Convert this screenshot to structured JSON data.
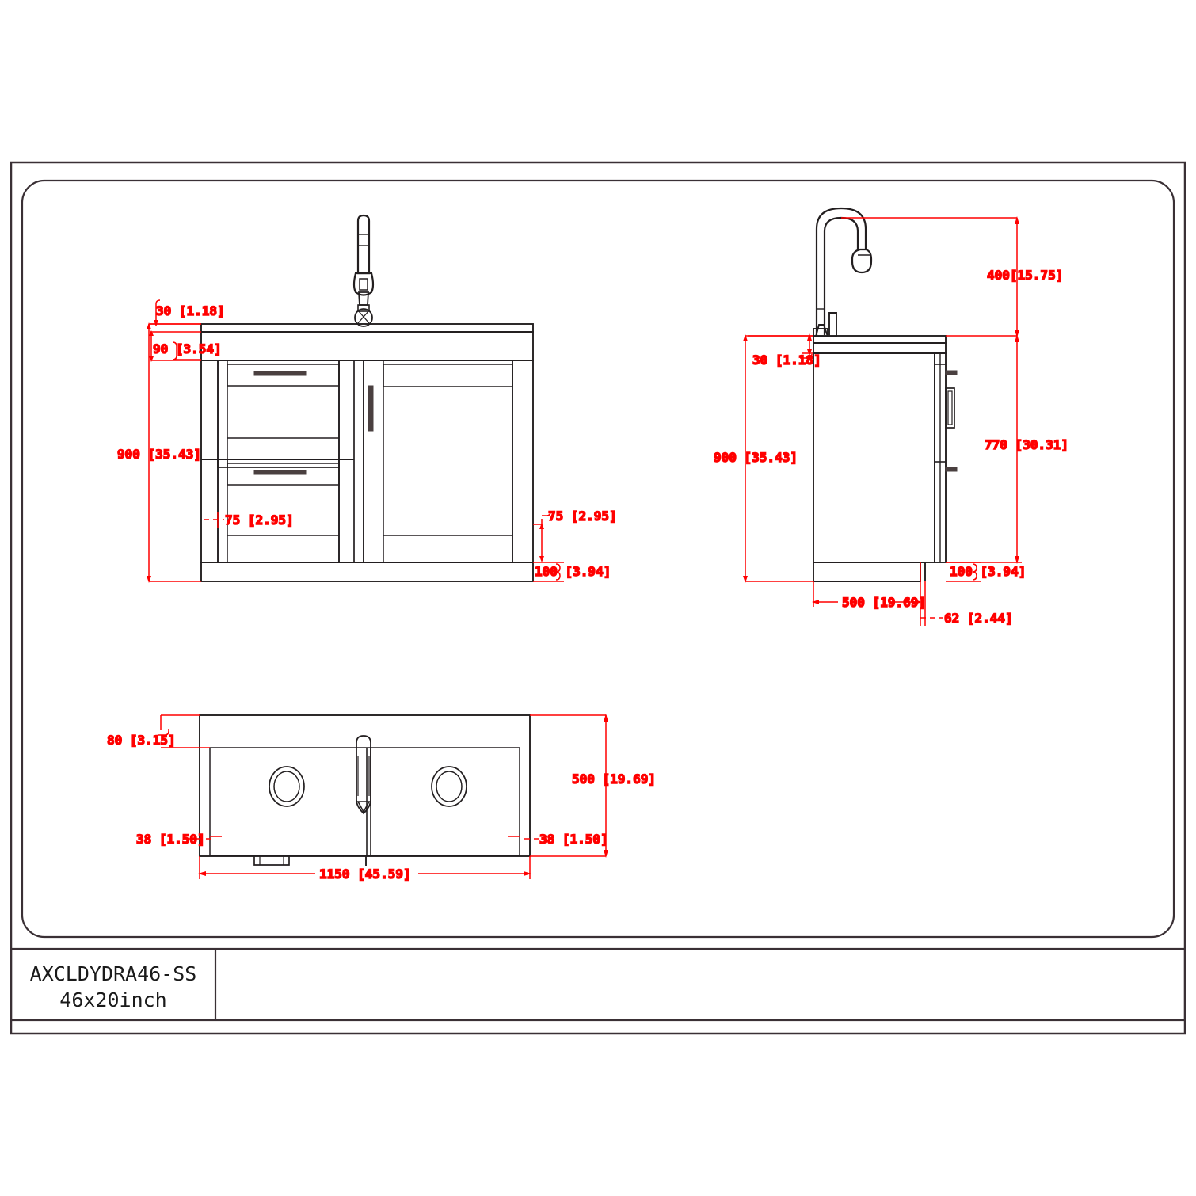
{
  "sheet": {
    "background": "#ffffff",
    "outer_border_color": "#3a3035",
    "inner_frame_color": "#3a3035",
    "line_color": "#231f20",
    "dimension_color": "#ff0000"
  },
  "title_block": {
    "model_code": "AXCLDYDRA46-SS",
    "size_label": "46x20inch"
  },
  "views": {
    "front_elevation": {
      "name": "front-elevation-view",
      "label": "Front elevation of sink cabinet with faucet",
      "components": [
        "countertop",
        "pull-down-faucet",
        "upper-drawer",
        "lower-drawer",
        "right-door",
        "toe-kick-base"
      ]
    },
    "side_elevation": {
      "name": "side-elevation-view",
      "label": "Side elevation of sink cabinet with gooseneck faucet",
      "components": [
        "countertop",
        "gooseneck-faucet",
        "cabinet-body",
        "drawer-handles",
        "door-handle",
        "toe-kick-base"
      ]
    },
    "plan_view": {
      "name": "plan-view",
      "label": "Top plan view of double bowl sink",
      "components": [
        "sink-deck",
        "left-bowl",
        "right-bowl",
        "left-drain",
        "right-drain",
        "faucet-footprint"
      ]
    }
  },
  "dimensions": {
    "front": [
      {
        "id": "front-top-thickness",
        "text": "30 [1.18]",
        "mm": 30,
        "inch": 1.18
      },
      {
        "id": "front-apron-height",
        "text": "90 [3.54]",
        "mm": 90,
        "inch": 3.54
      },
      {
        "id": "front-overall-height",
        "text": "900 [35.43]",
        "mm": 900,
        "inch": 35.43
      },
      {
        "id": "front-left-stile",
        "text": "75 [2.95]",
        "mm": 75,
        "inch": 2.95
      },
      {
        "id": "front-right-stile",
        "text": "75 [2.95]",
        "mm": 75,
        "inch": 2.95
      },
      {
        "id": "front-toe-kick",
        "text": "100 [3.94]",
        "mm": 100,
        "inch": 3.94
      }
    ],
    "side": [
      {
        "id": "side-faucet-height",
        "text": "400[15.75]",
        "mm": 400,
        "inch": 15.75
      },
      {
        "id": "side-top-thickness",
        "text": "30 [1.18]",
        "mm": 30,
        "inch": 1.18
      },
      {
        "id": "side-overall-height",
        "text": "900 [35.43]",
        "mm": 900,
        "inch": 35.43
      },
      {
        "id": "side-body-height",
        "text": "770 [30.31]",
        "mm": 770,
        "inch": 30.31
      },
      {
        "id": "side-toe-kick",
        "text": "100 [3.94]",
        "mm": 100,
        "inch": 3.94
      },
      {
        "id": "side-depth",
        "text": "500 [19.69]",
        "mm": 500,
        "inch": 19.69
      },
      {
        "id": "side-toe-recess",
        "text": "62 [2.44]",
        "mm": 62,
        "inch": 2.44
      }
    ],
    "plan": [
      {
        "id": "plan-rear-deck",
        "text": "80 [3.15]",
        "mm": 80,
        "inch": 3.15
      },
      {
        "id": "plan-left-margin",
        "text": "38 [1.50]",
        "mm": 38,
        "inch": 1.5
      },
      {
        "id": "plan-right-margin",
        "text": "38 [1.50]",
        "mm": 38,
        "inch": 1.5
      },
      {
        "id": "plan-depth",
        "text": "500 [19.69]",
        "mm": 500,
        "inch": 19.69
      },
      {
        "id": "plan-width",
        "text": "1150 [45.59]",
        "mm": 1150,
        "inch": 45.59
      }
    ]
  }
}
